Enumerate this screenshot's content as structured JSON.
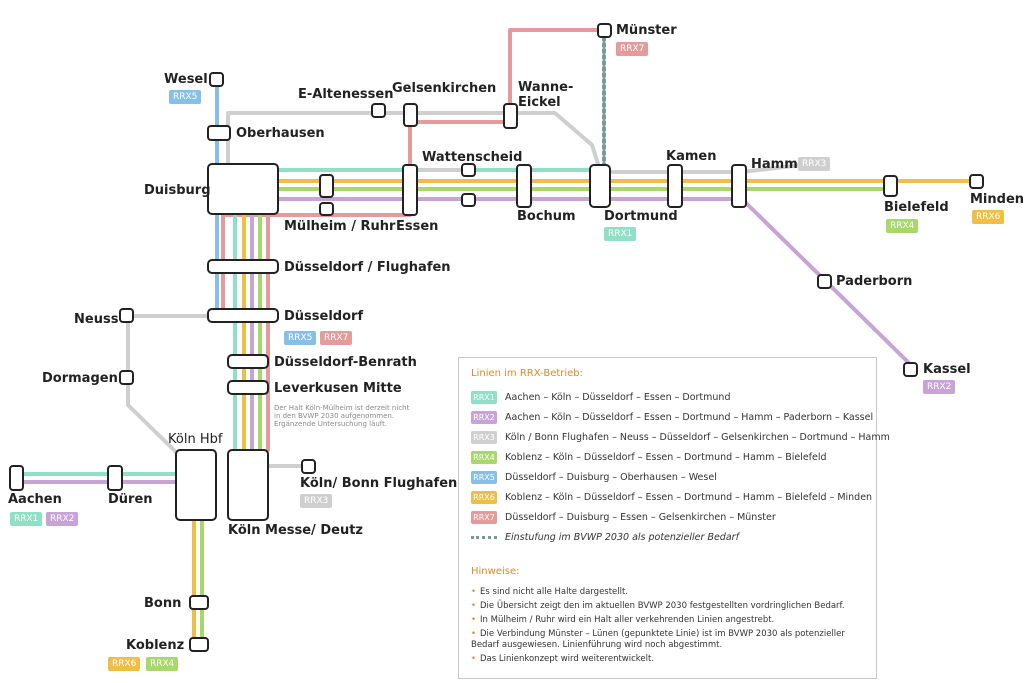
{
  "stations": {
    "wesel": "Wesel",
    "oberhausen": "Oberhausen",
    "e_altenessen": "E-Altenessen",
    "gelsenkirchen": "Gelsenkirchen",
    "wanne_eickel_1": "Wanne-",
    "wanne_eickel_2": "Eickel",
    "muenster": "Münster",
    "duisburg": "Duisburg",
    "wattenscheid": "Wattenscheid",
    "kamen": "Kamen",
    "hamm": "Hamm",
    "muelheim": "Mülheim / Ruhr",
    "essen": "Essen",
    "bochum": "Bochum",
    "dortmund": "Dortmund",
    "bielefeld": "Bielefeld",
    "minden": "Minden",
    "paderborn": "Paderborn",
    "kassel": "Kassel",
    "duesseldorf_flughafen": "Düsseldorf / Flughafen",
    "neuss": "Neuss",
    "duesseldorf": "Düsseldorf",
    "dormagen": "Dormagen",
    "duesseldorf_benrath": "Düsseldorf-Benrath",
    "leverkusen_mitte": "Leverkusen Mitte",
    "koeln_hbf": "Köln Hbf",
    "koeln_bonn_flughafen": "Köln/ Bonn Flughafen",
    "aachen": "Aachen",
    "dueren": "Düren",
    "koeln_messe": "Köln Messe/ Deutz",
    "bonn": "Bonn",
    "koblenz": "Koblenz"
  },
  "note_muelheim": "Der Halt Köln-Mülheim ist derzeit nicht in den BVWP 2030 aufgenommen. Ergänzende Untersuchung läuft.",
  "badges": {
    "wesel": "RRX5",
    "muenster": "RRX7",
    "hamm": "RRX3",
    "dortmund": "RRX1",
    "bielefeld": "RRX4",
    "minden": "RRX6",
    "duesseldorf_a": "RRX5",
    "duesseldorf_b": "RRX7",
    "kassel": "RRX2",
    "koeln_bonn": "RRX3",
    "aachen_a": "RRX1",
    "aachen_b": "RRX2",
    "koblenz_a": "RRX6",
    "koblenz_b": "RRX4"
  },
  "colors": {
    "RRX1": "#8fe0c4",
    "RRX2": "#c7a3d6",
    "RRX3": "#cfcfcf",
    "RRX4": "#a6d86a",
    "RRX5": "#86bfe8",
    "RRX6": "#f0bd45",
    "RRX7": "#e59a9c",
    "dotted": "#7a9a9a",
    "accent": "#e08a2a"
  },
  "legend": {
    "title": "Linien im RRX-Betrieb:",
    "lines": [
      {
        "id": "RRX1",
        "text": "Aachen – Köln – Düsseldorf – Essen – Dortmund"
      },
      {
        "id": "RRX2",
        "text": "Aachen – Köln – Düsseldorf – Essen – Dortmund – Hamm – Paderborn – Kassel"
      },
      {
        "id": "RRX3",
        "text": "Köln / Bonn Flughafen – Neuss – Düsseldorf – Gelsenkirchen – Dortmund – Hamm"
      },
      {
        "id": "RRX4",
        "text": "Koblenz – Köln – Düsseldorf – Essen – Dortmund – Hamm – Bielefeld"
      },
      {
        "id": "RRX5",
        "text": "Düsseldorf – Duisburg – Oberhausen – Wesel"
      },
      {
        "id": "RRX6",
        "text": "Koblenz – Köln – Düsseldorf – Essen – Dortmund – Hamm – Bielefeld – Minden"
      },
      {
        "id": "RRX7",
        "text": "Düsseldorf – Duisburg – Essen – Gelsenkirchen – Münster"
      }
    ],
    "dotted_text": "Einstufung im BVWP 2030 als potenzieller Bedarf",
    "hints_title": "Hinweise:",
    "hints": [
      "Es sind nicht alle Halte dargestellt.",
      "Die Übersicht zeigt den im aktuellen BVWP 2030 festgestellten vordringlichen Bedarf.",
      "In Mülheim / Ruhr wird ein Halt aller verkehrenden Linien angestrebt.",
      "Die Verbindung Münster – Lünen (gepunktete Linie) ist im BVWP 2030 als potenzieller Bedarf ausgewiesen. Linienführung wird noch abgestimmt.",
      "Das Linienkonzept wird weiterentwickelt."
    ]
  }
}
